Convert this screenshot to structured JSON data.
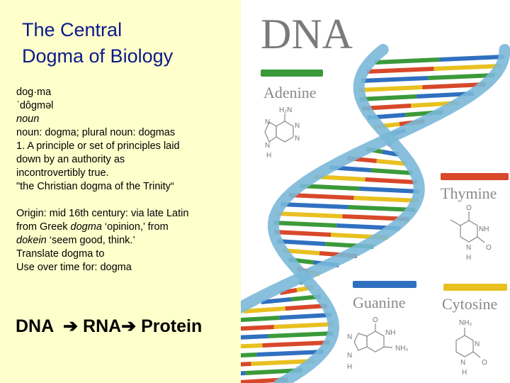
{
  "title": {
    "line1": "The Central",
    "line2": "Dogma of Biology"
  },
  "definition": {
    "word": "dog·ma",
    "pronunciation": "ˈdôgməl",
    "pos": "noun",
    "forms": "noun: dogma; plural noun: dogmas",
    "sense1": "1. A principle or set of principles laid",
    "sense2": "down by an authority as",
    "sense3": "incontrovertibly true.",
    "example": "\"the Christian dogma of the Trinity“",
    "origin1": "Origin: mid 16th century: via late Latin",
    "origin2_a": "from Greek ",
    "origin2_b": "dogma",
    "origin2_c": " ‘opinion,’ from",
    "origin3_a": "dokein",
    "origin3_b": " ‘seem good, think.’",
    "translate": "Translate dogma to",
    "use": "Use over time for: dogma"
  },
  "flow": {
    "dna": "DNA",
    "rna": "RNA",
    "protein": "Protein"
  },
  "figure": {
    "heading": "DNA",
    "bases": [
      "Adenine",
      "Thymine",
      "Guanine",
      "Cytosine"
    ],
    "chem": {
      "h2n": "H₂N",
      "n": "N",
      "h": "H",
      "o": "O",
      "nh": "NH",
      "nh2": "NH₂"
    },
    "colors": {
      "adenine": "#3a9a3a",
      "thymine": "#d8482a",
      "guanine": "#3070c0",
      "cytosine": "#e8c020",
      "backbone": "#7ab8d8"
    }
  }
}
